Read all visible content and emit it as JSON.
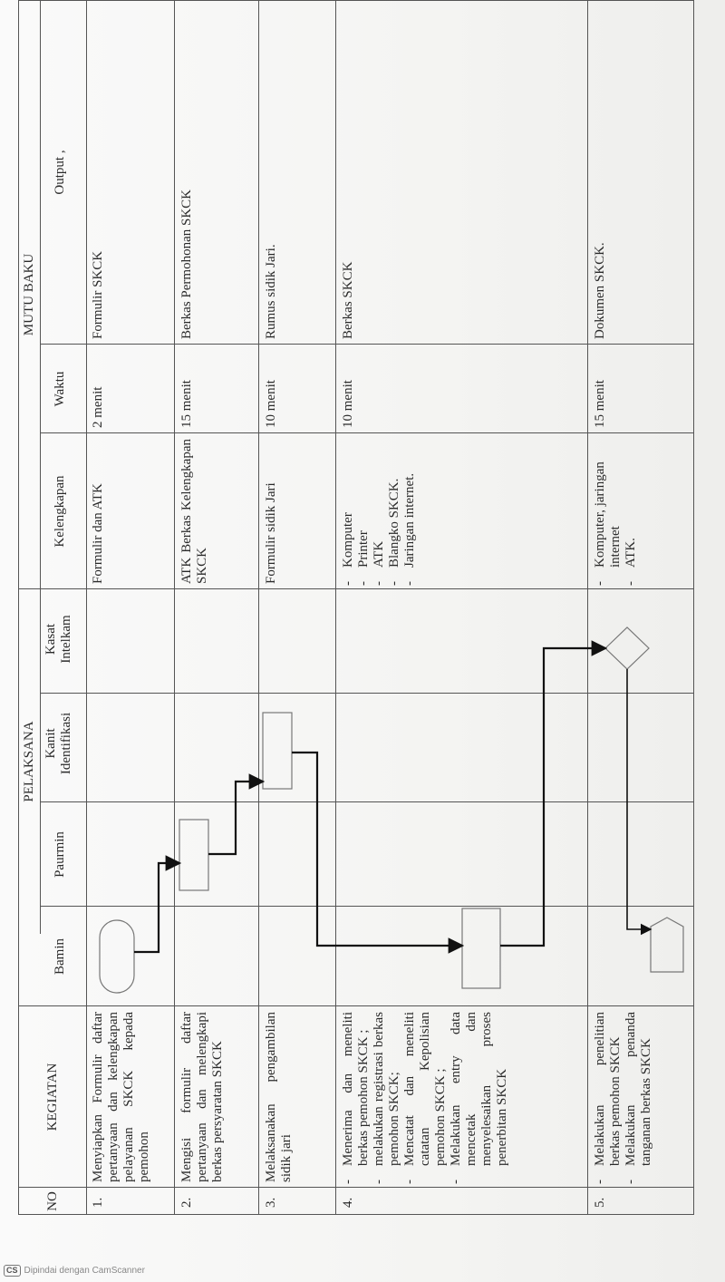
{
  "headers": {
    "no": "NO",
    "kegiatan": "KEGIATAN",
    "pelaksana": "PELAKSANA",
    "bamin": "Bamin",
    "paurmin": "Paurmin",
    "kanit": "Kanit Identifikasi",
    "kasat": "Kasat Intelkam",
    "mutu_baku": "MUTU BAKU",
    "kelengkapan": "Kelengkapan",
    "waktu": "Waktu",
    "output": "Output ,"
  },
  "rows": [
    {
      "no": "1.",
      "kegiatan": "Menyiapkan Formulir daftar pertanyaan dan kelengkapan pelayanan SKCK kepada pemohon",
      "kelengkapan": "Formulir dan ATK",
      "waktu": "2 menit",
      "output": "Formulir SKCK"
    },
    {
      "no": "2.",
      "kegiatan": "Mengisi formulir daftar pertanyaan dan melengkapi berkas persyaratan SKCK",
      "kelengkapan": "ATK Berkas Kelengkapan SKCK",
      "waktu": "15 menit",
      "output": "Berkas Permohonan SKCK"
    },
    {
      "no": "3.",
      "kegiatan": "Melaksanakan pengambilan sidik jari",
      "kelengkapan": "Formulir sidik Jari",
      "waktu": "10 menit",
      "output": "Rumus sidik Jari."
    },
    {
      "no": "4.",
      "kegiatan_items": [
        "Menerima dan meneliti berkas pemohon SKCK ;",
        "melakukan registrasi berkas pemohon SKCK;",
        "Mencatat dan meneliti catatan Kepolisian pemohon SKCK ;",
        "Melakukan entry data mencetak dan menyelesaikan proses penerbitan SKCK"
      ],
      "kelengkapan_items": [
        "Komputer",
        "Printer",
        "ATK",
        "Blangko SKCK.",
        "Jaringan internet."
      ],
      "waktu": "10 menit",
      "output": "Berkas SKCK"
    },
    {
      "no": "5.",
      "kegiatan_items": [
        "Melakukan penelitian berkas pemohon SKCK",
        "Melakukan penanda tanganan berkas SKCK"
      ],
      "kelengkapan_items": [
        "Komputer, jaringan internet",
        "ATK."
      ],
      "waktu": "15 menit",
      "output": "Dokumen SKCK."
    }
  ],
  "footer": {
    "logo": "CS",
    "text": "Dipindai dengan CamScanner"
  }
}
